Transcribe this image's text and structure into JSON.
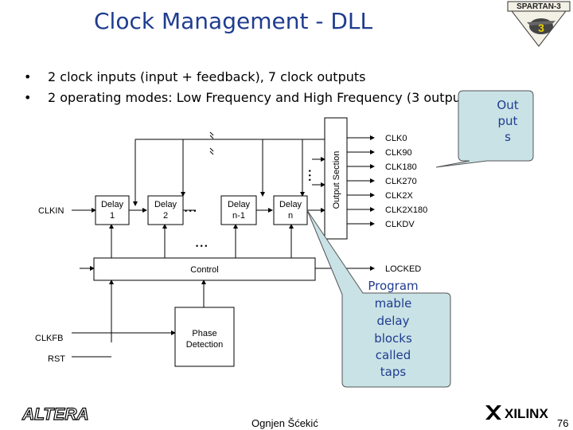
{
  "title": "Clock Management - DLL",
  "bullets": [
    "2 clock inputs (input + feedback), 7 clock outputs",
    "2 operating modes: Low Frequency and High Frequency (3 outputs enabled)"
  ],
  "bullet_symbol": "•",
  "logo_spartan": "SPARTAN-3",
  "diagram": {
    "inputs": {
      "clkin": "CLKIN",
      "clkfb": "CLKFB",
      "rst": "RST"
    },
    "delays": [
      {
        "line1": "Delay",
        "line2": "1"
      },
      {
        "line1": "Delay",
        "line2": "2"
      },
      {
        "line1": "Delay",
        "line2": "n-1"
      },
      {
        "line1": "Delay",
        "line2": "n"
      }
    ],
    "control": "Control",
    "phase_detection": {
      "line1": "Phase",
      "line2": "Detection"
    },
    "output_section": "Output Section",
    "outputs": [
      "CLK0",
      "CLK90",
      "CLK180",
      "CLK270",
      "CLK2X",
      "CLK2X180",
      "CLKDV"
    ],
    "locked": "LOCKED",
    "ellipsis": "• • •"
  },
  "callouts": {
    "outputs": [
      "Out",
      "put",
      "s"
    ],
    "taps": [
      "Program",
      "mable",
      "delay",
      "blocks",
      "called",
      "taps"
    ],
    "fill": "#c9e2e6"
  },
  "footer": {
    "author": "Ognjen Šćekić",
    "page": "76"
  },
  "logos": {
    "altera": "ALTERA",
    "xilinx": "XILINX"
  },
  "colors": {
    "title": "#1f3c8f",
    "callout_text": "#1f3c8f"
  }
}
